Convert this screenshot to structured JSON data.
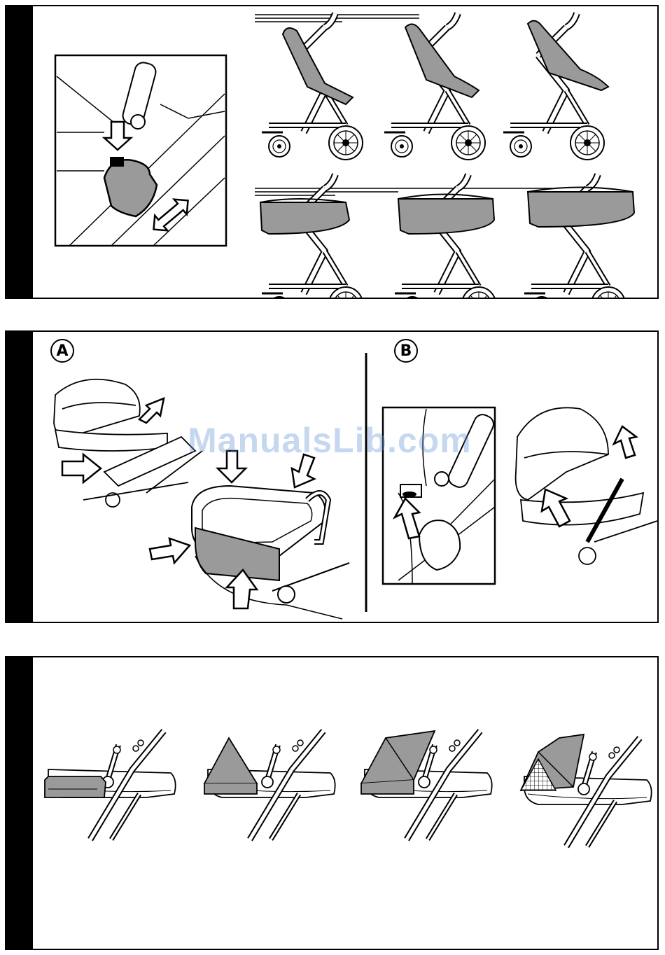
{
  "panel2": {
    "label_a": "A",
    "label_b": "B"
  },
  "watermark": "ManualsLib.com",
  "colors": {
    "ink": "#000000",
    "fill_gray": "#9a9a9a",
    "fabric_gray": "#a8a8a8",
    "watermark": "#5f8fd6"
  },
  "icons": [
    "push-down-arrow",
    "slide-arrow",
    "press-arrow",
    "lift-arrow",
    "mesh-pattern"
  ]
}
